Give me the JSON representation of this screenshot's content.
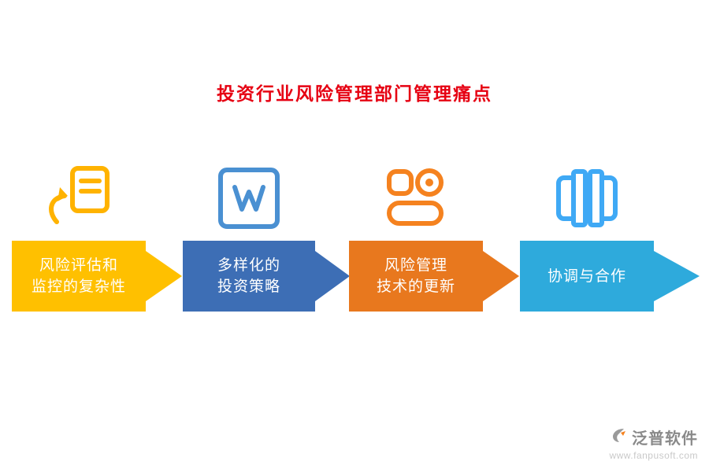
{
  "title": "投资行业风险管理部门管理痛点",
  "title_color": "#e60012",
  "steps": [
    {
      "label_line1": "风险评估和",
      "label_line2": "监控的复杂性",
      "color": "#ffc000",
      "icon": "document-return-arrow-icon",
      "icon_color": "#ffb300"
    },
    {
      "label_line1": "多样化的",
      "label_line2": "投资策略",
      "color": "#3d6eb5",
      "icon": "w-square-icon",
      "icon_color": "#4a90d2"
    },
    {
      "label_line1": "风险管理",
      "label_line2": "技术的更新",
      "color": "#e8781e",
      "icon": "devices-target-icon",
      "icon_color": "#f5821f"
    },
    {
      "label_line1": "协调与合作",
      "label_line2": "",
      "color": "#2eaadc",
      "icon": "columns-book-icon",
      "icon_color": "#3fa9f5"
    }
  ],
  "footer": {
    "logo_text": "泛普软件",
    "website": "www.fanpusoft.com"
  }
}
